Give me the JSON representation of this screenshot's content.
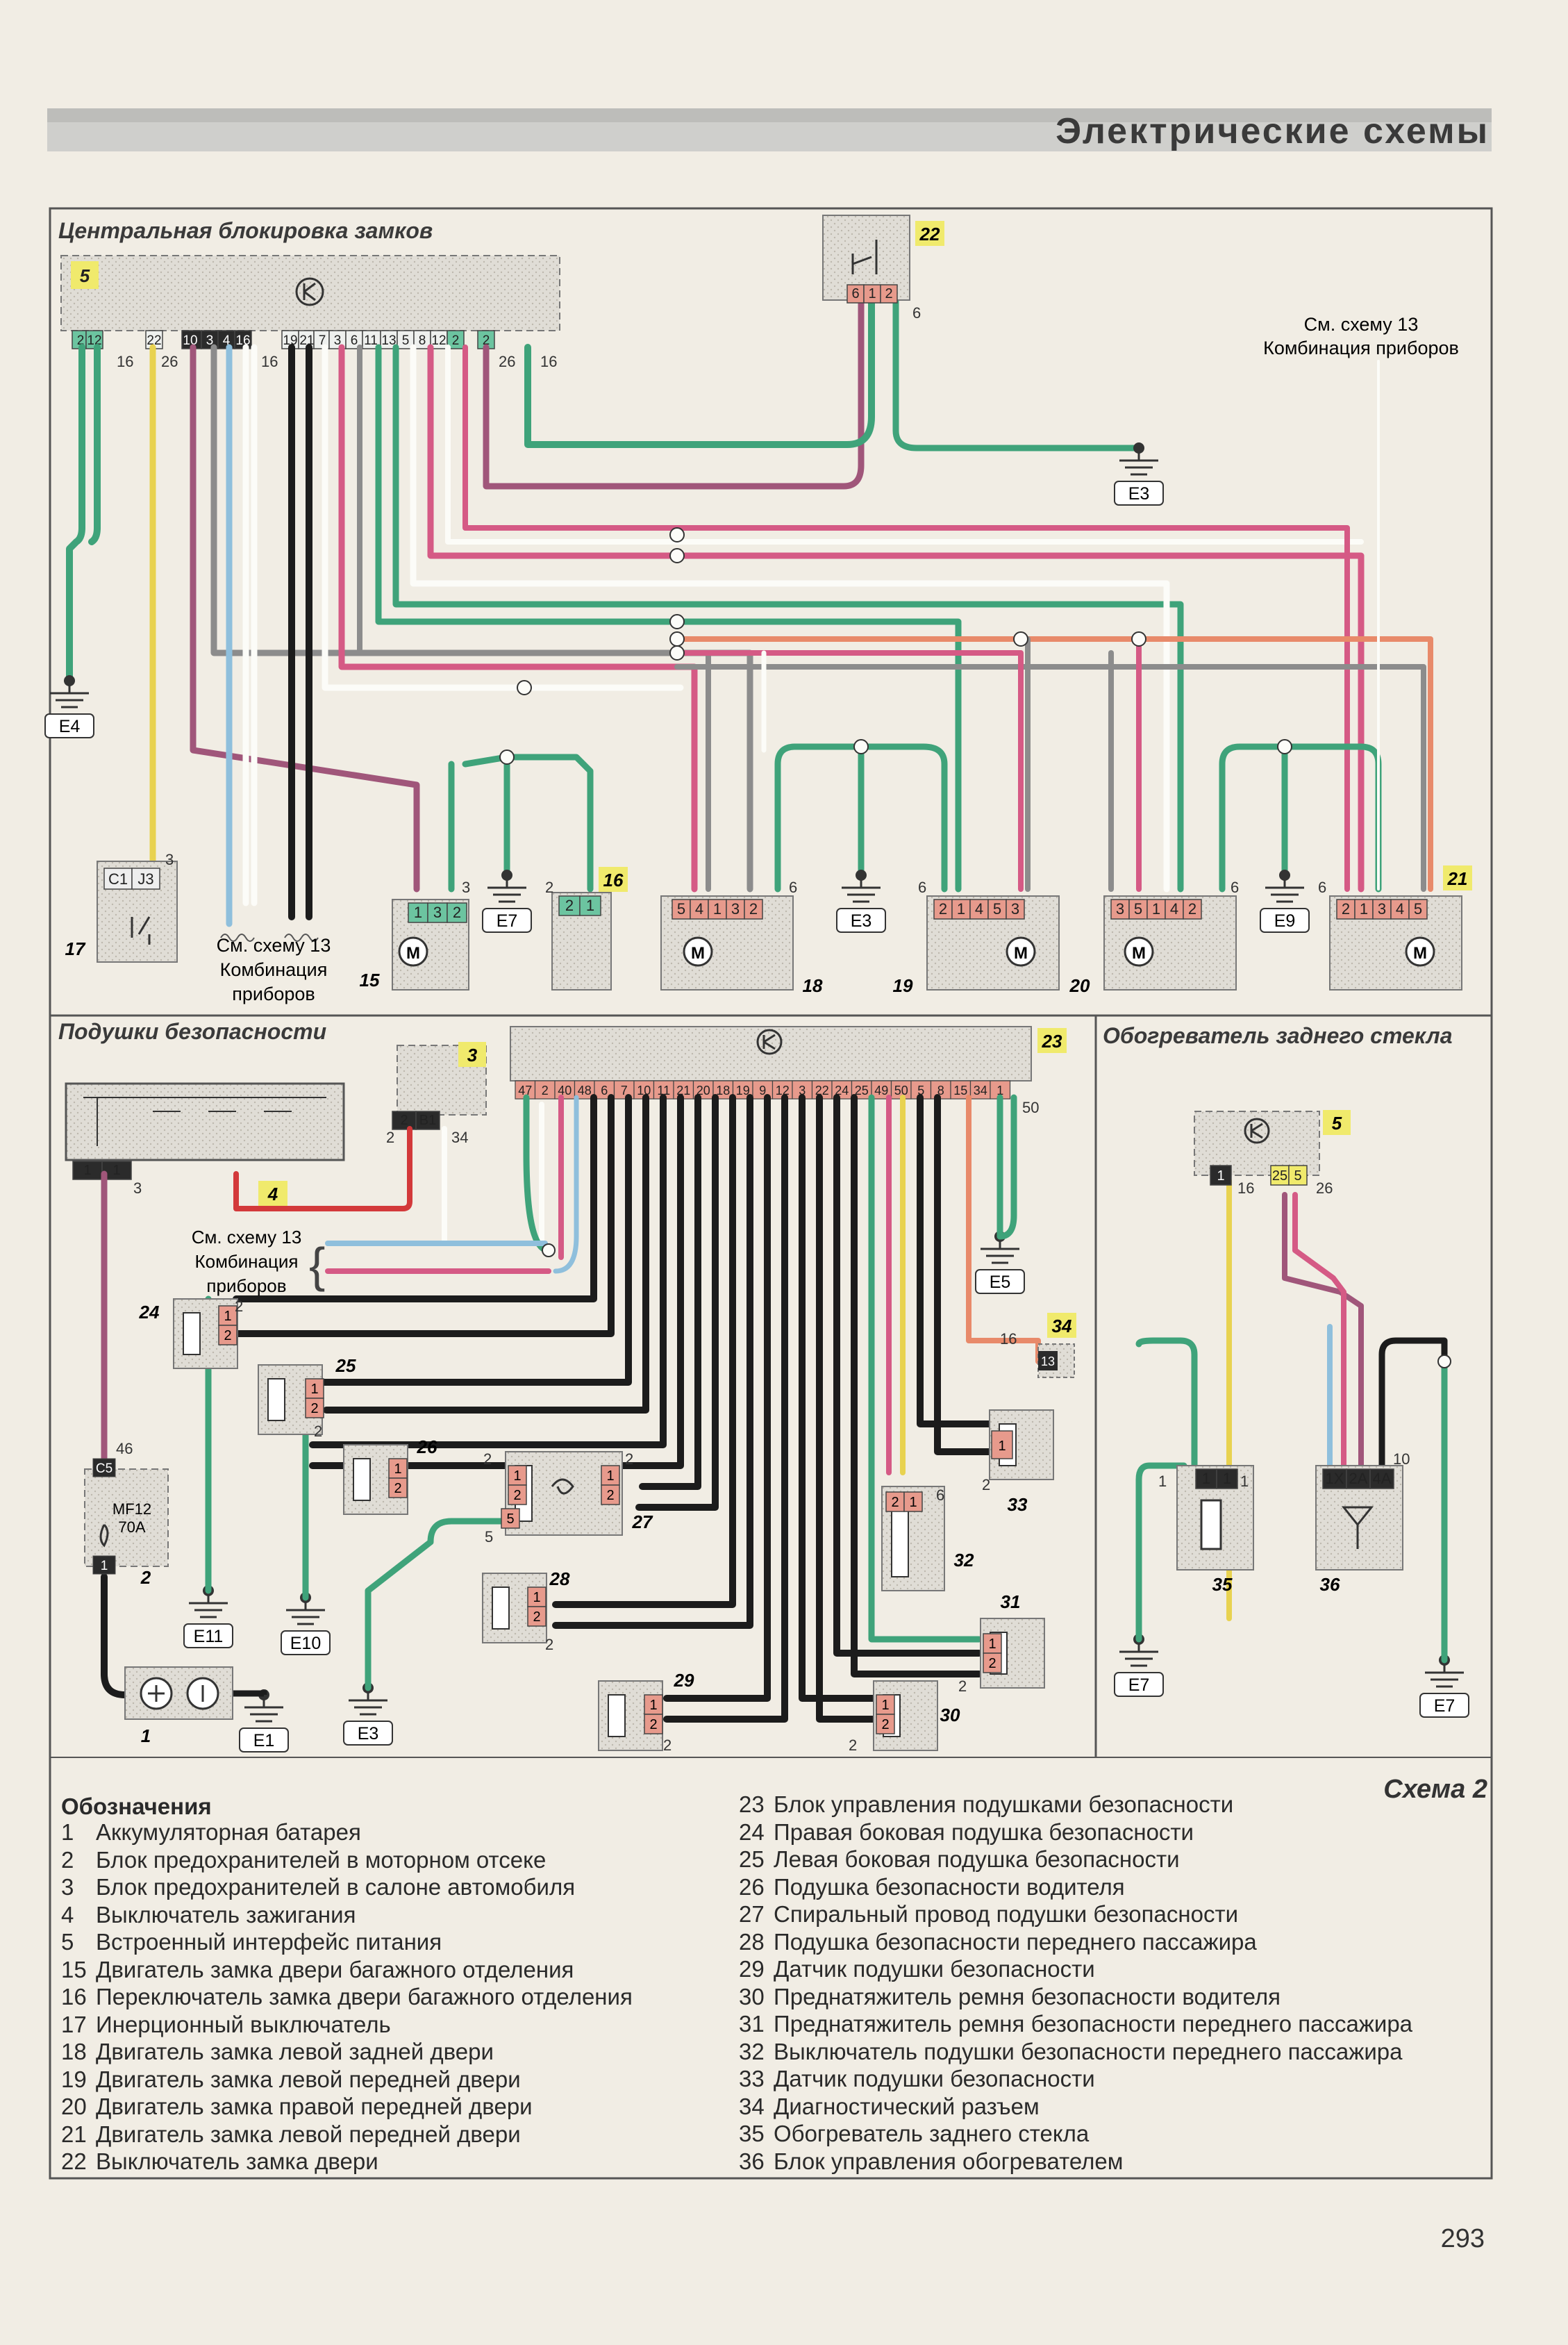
{
  "header": {
    "title": "Электрические схемы"
  },
  "sections": {
    "central_lock": "Центральная блокировка замков",
    "airbags": "Подушки безопасности",
    "rear_heater": "Обогреватель заднего стекла"
  },
  "schema_label": "Схема 2",
  "page_number": "293",
  "refs": {
    "cluster_top": [
      "См. схему 13",
      "Комбинация приборов"
    ],
    "cluster_mid": [
      "См. схему 13",
      "Комбинация",
      "приборов"
    ],
    "cluster_air": [
      "См. схему 13",
      "Комбинация",
      "приборов"
    ]
  },
  "component_numbers": {
    "c5a": "5",
    "c22": "22",
    "c17": "17",
    "c15": "15",
    "c16": "16",
    "c18": "18",
    "c19": "19",
    "c20": "20",
    "c21": "21",
    "c4": "4",
    "c3": "3",
    "c23": "23",
    "c24": "24",
    "c25": "25",
    "c26": "26",
    "c27": "27",
    "c28": "28",
    "c29": "29",
    "c30": "30",
    "c31": "31",
    "c32": "32",
    "c33": "33",
    "c34": "34",
    "c2": "2",
    "c1": "1",
    "c5b": "5",
    "c35": "35",
    "c36": "36"
  },
  "grounds": {
    "g_e3_top": "E3",
    "g_e4": "E4",
    "g_e7_a": "E7",
    "g_e3_mid": "E3",
    "g_e9": "E9",
    "g_e5": "E5",
    "g_e11": "E11",
    "g_e10": "E10",
    "g_e3_bot": "E3",
    "g_e1": "E1",
    "g_e7_b": "E7",
    "g_e7_c": "E7"
  },
  "pins": {
    "bcm_top": [
      "2",
      "12",
      "22",
      "10",
      "3",
      "4",
      "16",
      "19",
      "21",
      "7",
      "3",
      "6",
      "11",
      "13",
      "5",
      "8",
      "12",
      "2",
      "2"
    ],
    "airbag_ecu": [
      "47",
      "2",
      "40",
      "48",
      "6",
      "7",
      "10",
      "11",
      "21",
      "20",
      "18",
      "19",
      "9",
      "12",
      "3",
      "22",
      "24",
      "25",
      "49",
      "50",
      "5",
      "8",
      "15",
      "34",
      "1"
    ],
    "c22": [
      "6",
      "1",
      "2"
    ],
    "c17": [
      "C1",
      "J3"
    ],
    "c15": [
      "1",
      "3",
      "2"
    ],
    "c16": [
      "2",
      "1"
    ],
    "c18": [
      "5",
      "4",
      "1",
      "3",
      "2"
    ],
    "c19": [
      "2",
      "1",
      "4",
      "5",
      "3"
    ],
    "c20": [
      "3",
      "5",
      "1",
      "4",
      "2"
    ],
    "c21": [
      "2",
      "1",
      "3",
      "4",
      "5"
    ],
    "c3": [
      "2",
      "B1"
    ],
    "c4": [
      "1",
      "1"
    ],
    "c2": [
      "C5",
      "1"
    ],
    "c24": [
      "1",
      "2"
    ],
    "c25": [
      "1",
      "2"
    ],
    "c26": [
      "1",
      "2"
    ],
    "c27_left": [
      "1",
      "2"
    ],
    "c27_right": [
      "1",
      "2"
    ],
    "c27_5": "5",
    "c28": [
      "1",
      "2"
    ],
    "c29": [
      "1",
      "2"
    ],
    "c30": [
      "1",
      "2"
    ],
    "c31": [
      "1",
      "2"
    ],
    "c32": [
      "2",
      "1"
    ],
    "c33": "1",
    "c34": "13",
    "c5b": [
      "1",
      "25",
      "5"
    ],
    "c35": [
      "1",
      "1"
    ],
    "c36": [
      "1X",
      "2A",
      "4A"
    ],
    "fuse": [
      "MF12",
      "70A"
    ]
  },
  "wire_labels": {
    "w16": "16",
    "w26": "26",
    "w3": "3",
    "w2": "2",
    "w6": "6",
    "w1": "1",
    "w5": "5",
    "w34": "34",
    "w46": "46",
    "w50": "50",
    "w10": "10"
  },
  "legend": {
    "title": "Обозначения",
    "left": [
      {
        "num": "1",
        "text": "Аккумуляторная батарея"
      },
      {
        "num": "2",
        "text": "Блок предохранителей в моторном отсеке"
      },
      {
        "num": "3",
        "text": "Блок предохранителей в салоне автомобиля"
      },
      {
        "num": "4",
        "text": "Выключатель зажигания"
      },
      {
        "num": "5",
        "text": "Встроенный интерфейс питания"
      },
      {
        "num": "15",
        "text": "Двигатель замка двери багажного отделения"
      },
      {
        "num": "16",
        "text": "Переключатель замка двери багажного отделения"
      },
      {
        "num": "17",
        "text": "Инерционный выключатель"
      },
      {
        "num": "18",
        "text": "Двигатель замка левой задней двери"
      },
      {
        "num": "19",
        "text": "Двигатель замка левой передней двери"
      },
      {
        "num": "20",
        "text": "Двигатель замка правой передней двери"
      },
      {
        "num": "21",
        "text": "Двигатель замка левой передней двери"
      },
      {
        "num": "22",
        "text": "Выключатель замка двери"
      }
    ],
    "right": [
      {
        "num": "23",
        "text": "Блок управления подушками безопасности"
      },
      {
        "num": "24",
        "text": "Правая боковая подушка безопасности"
      },
      {
        "num": "25",
        "text": "Левая боковая подушка безопасности"
      },
      {
        "num": "26",
        "text": "Подушка безопасности водителя"
      },
      {
        "num": "27",
        "text": "Спиральный провод подушки безопасности"
      },
      {
        "num": "28",
        "text": "Подушка безопасности переднего пассажира"
      },
      {
        "num": "29",
        "text": "Датчик подушки безопасности"
      },
      {
        "num": "30",
        "text": "Преднатяжитель ремня безопасности водителя"
      },
      {
        "num": "31",
        "text": "Преднатяжитель ремня безопасности переднего пассажира"
      },
      {
        "num": "32",
        "text": "Выключатель подушки безопасности переднего пассажира"
      },
      {
        "num": "33",
        "text": "Датчик подушки безопасности"
      },
      {
        "num": "34",
        "text": "Диагностический разъем"
      },
      {
        "num": "35",
        "text": "Обогреватель заднего стекла"
      },
      {
        "num": "36",
        "text": "Блок управления обогревателем"
      }
    ]
  },
  "colors": {
    "green_yellow": "#3fa37a",
    "pink": "#d55a85",
    "gray": "#8c8c8c",
    "black": "#1c1c1c",
    "light_blue": "#8fbfdc",
    "white": "#fcfcf8",
    "yellow": "#e8d250",
    "brown": "#a0567a",
    "orange": "#e88a6a",
    "red": "#d3393a",
    "label_yellow": "#f0ea6c",
    "pin_pink": "#e79a8c"
  }
}
